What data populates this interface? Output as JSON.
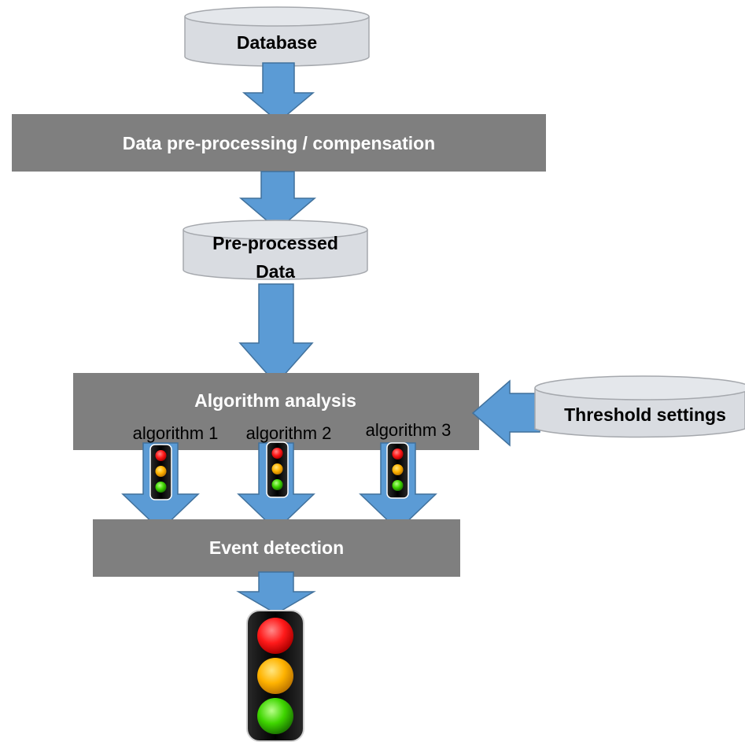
{
  "nodes": {
    "database": {
      "label": "Database"
    },
    "preprocessing": {
      "label": "Data pre-processing /  compensation"
    },
    "preprocessed": {
      "line1": "Pre-processed",
      "line2": "Data"
    },
    "analysis": {
      "label": "Algorithm analysis"
    },
    "algorithms": [
      "algorithm 1",
      "algorithm 2",
      "algorithm 3"
    ],
    "threshold": {
      "label": "Threshold settings"
    },
    "event": {
      "label": "Event detection"
    }
  },
  "colors": {
    "process_box": "#7f7f7f",
    "cylinder_fill": "#d9dce1",
    "cylinder_stroke": "#a5a8ad",
    "arrow_fill": "#5b9bd5",
    "arrow_stroke": "#41719c",
    "light_red": "#ff0000",
    "light_amber": "#ffc000",
    "light_green": "#33cc00"
  },
  "icons": [
    "cylinder-database-icon",
    "down-arrow-icon",
    "left-arrow-icon",
    "traffic-light-icon"
  ]
}
